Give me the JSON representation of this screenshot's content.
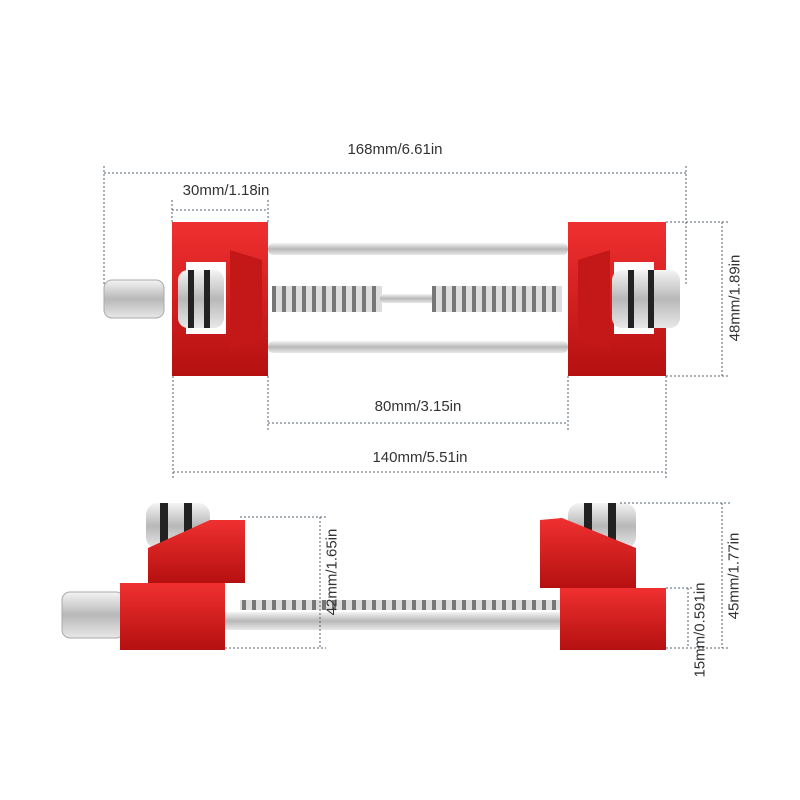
{
  "dimensions": {
    "overall_length": "168mm/6.61in",
    "block_width": "30mm/1.18in",
    "block_depth": "48mm/1.89in",
    "inner_gap": "80mm/3.15in",
    "outer_span": "140mm/5.51in",
    "clamp_height": "42mm/1.65in",
    "total_height": "45mm/1.77in",
    "base_height": "15mm/0.591in"
  },
  "colors": {
    "red": "#d81c1c",
    "dark_red": "#a01010",
    "steel": "#c8c8c8",
    "dim_line": "#556070"
  }
}
